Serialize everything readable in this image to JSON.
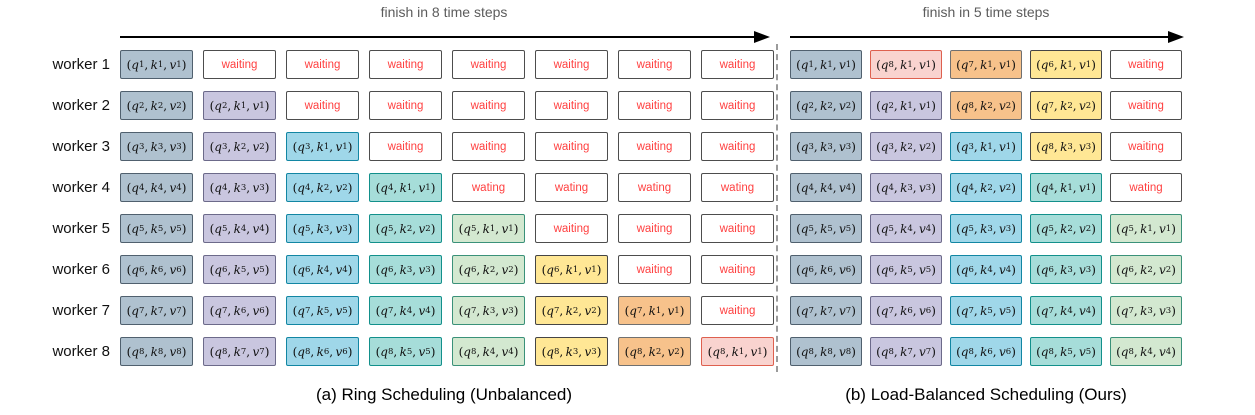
{
  "workers": [
    "worker 1",
    "worker 2",
    "worker 3",
    "worker 4",
    "worker 5",
    "worker 6",
    "worker 7",
    "worker 8"
  ],
  "waiting_text_color": "#FF4040",
  "waiting_border_color": "#4D4D4D",
  "palette": [
    {
      "name": "hop-0-slate",
      "fill": "#AFC1CF",
      "border": "#50606E"
    },
    {
      "name": "hop-1-lavender",
      "fill": "#C9C6DF",
      "border": "#6C6A8A"
    },
    {
      "name": "hop-2-blue",
      "fill": "#9FD7E9",
      "border": "#1286A3"
    },
    {
      "name": "hop-3-teal",
      "fill": "#A6DDD9",
      "border": "#12908B"
    },
    {
      "name": "hop-4-green",
      "fill": "#D3E8D0",
      "border": "#3A9179"
    },
    {
      "name": "hop-5-yellow",
      "fill": "#FFE795",
      "border": "#454545"
    },
    {
      "name": "hop-6-orange",
      "fill": "#F7C28B",
      "border": "#707070"
    },
    {
      "name": "hop-7-pink",
      "fill": "#F9D3CF",
      "border": "#DE604F"
    }
  ],
  "panels": [
    {
      "id": "panel-a",
      "arrow_label": "finish in 8 time steps",
      "caption": "(a) Ring Scheduling (Unbalanced)",
      "time_steps": 8,
      "rows": [
        {
          "worker": "worker 1",
          "cells": [
            [
              1,
              1,
              1
            ],
            "waiting",
            "waiting",
            "waiting",
            "waiting",
            "waiting",
            "waiting",
            "waiting"
          ]
        },
        {
          "worker": "worker 2",
          "cells": [
            [
              2,
              2,
              2
            ],
            [
              2,
              1,
              1
            ],
            "waiting",
            "waiting",
            "waiting",
            "waiting",
            "waiting",
            "waiting"
          ]
        },
        {
          "worker": "worker 3",
          "cells": [
            [
              3,
              3,
              3
            ],
            [
              3,
              2,
              2
            ],
            [
              3,
              1,
              1
            ],
            "waiting",
            "waiting",
            "waiting",
            "waiting",
            "waiting"
          ]
        },
        {
          "worker": "worker 4",
          "cells": [
            [
              4,
              4,
              4
            ],
            [
              4,
              3,
              3
            ],
            [
              4,
              2,
              2
            ],
            [
              4,
              1,
              1
            ],
            "wating",
            "wating",
            "wating",
            "wating"
          ]
        },
        {
          "worker": "worker 5",
          "cells": [
            [
              5,
              5,
              5
            ],
            [
              5,
              4,
              4
            ],
            [
              5,
              3,
              3
            ],
            [
              5,
              2,
              2
            ],
            [
              5,
              1,
              1
            ],
            "waiting",
            "waiting",
            "waiting"
          ]
        },
        {
          "worker": "worker 6",
          "cells": [
            [
              6,
              6,
              6
            ],
            [
              6,
              5,
              5
            ],
            [
              6,
              4,
              4
            ],
            [
              6,
              3,
              3
            ],
            [
              6,
              2,
              2
            ],
            [
              6,
              1,
              1
            ],
            "waiting",
            "waiting"
          ]
        },
        {
          "worker": "worker 7",
          "cells": [
            [
              7,
              7,
              7
            ],
            [
              7,
              6,
              6
            ],
            [
              7,
              5,
              5
            ],
            [
              7,
              4,
              4
            ],
            [
              7,
              3,
              3
            ],
            [
              7,
              2,
              2
            ],
            [
              7,
              1,
              1
            ],
            "waiting"
          ]
        },
        {
          "worker": "worker 8",
          "cells": [
            [
              8,
              8,
              8
            ],
            [
              8,
              7,
              7
            ],
            [
              8,
              6,
              6
            ],
            [
              8,
              5,
              5
            ],
            [
              8,
              4,
              4
            ],
            [
              8,
              3,
              3
            ],
            [
              8,
              2,
              2
            ],
            [
              8,
              1,
              1
            ]
          ]
        }
      ]
    },
    {
      "id": "panel-b",
      "arrow_label": "finish in 5 time steps",
      "caption": "(b) Load-Balanced Scheduling (Ours)",
      "time_steps": 5,
      "rows": [
        {
          "worker": "worker 1",
          "cells": [
            [
              1,
              1,
              1
            ],
            [
              8,
              1,
              1
            ],
            [
              7,
              1,
              1
            ],
            [
              6,
              1,
              1
            ],
            "waiting"
          ]
        },
        {
          "worker": "worker 2",
          "cells": [
            [
              2,
              2,
              2
            ],
            [
              2,
              1,
              1
            ],
            [
              8,
              2,
              2
            ],
            [
              7,
              2,
              2
            ],
            "waiting"
          ]
        },
        {
          "worker": "worker 3",
          "cells": [
            [
              3,
              3,
              3
            ],
            [
              3,
              2,
              2
            ],
            [
              3,
              1,
              1
            ],
            [
              8,
              3,
              3
            ],
            "waiting"
          ]
        },
        {
          "worker": "worker 4",
          "cells": [
            [
              4,
              4,
              4
            ],
            [
              4,
              3,
              3
            ],
            [
              4,
              2,
              2
            ],
            [
              4,
              1,
              1
            ],
            "wating"
          ]
        },
        {
          "worker": "worker 5",
          "cells": [
            [
              5,
              5,
              5
            ],
            [
              5,
              4,
              4
            ],
            [
              5,
              3,
              3
            ],
            [
              5,
              2,
              2
            ],
            [
              5,
              1,
              1
            ]
          ]
        },
        {
          "worker": "worker 6",
          "cells": [
            [
              6,
              6,
              6
            ],
            [
              6,
              5,
              5
            ],
            [
              6,
              4,
              4
            ],
            [
              6,
              3,
              3
            ],
            [
              6,
              2,
              2
            ]
          ]
        },
        {
          "worker": "worker 7",
          "cells": [
            [
              7,
              7,
              7
            ],
            [
              7,
              6,
              6
            ],
            [
              7,
              5,
              5
            ],
            [
              7,
              4,
              4
            ],
            [
              7,
              3,
              3
            ]
          ]
        },
        {
          "worker": "worker 8",
          "cells": [
            [
              8,
              8,
              8
            ],
            [
              8,
              7,
              7
            ],
            [
              8,
              6,
              6
            ],
            [
              8,
              5,
              5
            ],
            [
              8,
              4,
              4
            ]
          ]
        }
      ]
    }
  ]
}
